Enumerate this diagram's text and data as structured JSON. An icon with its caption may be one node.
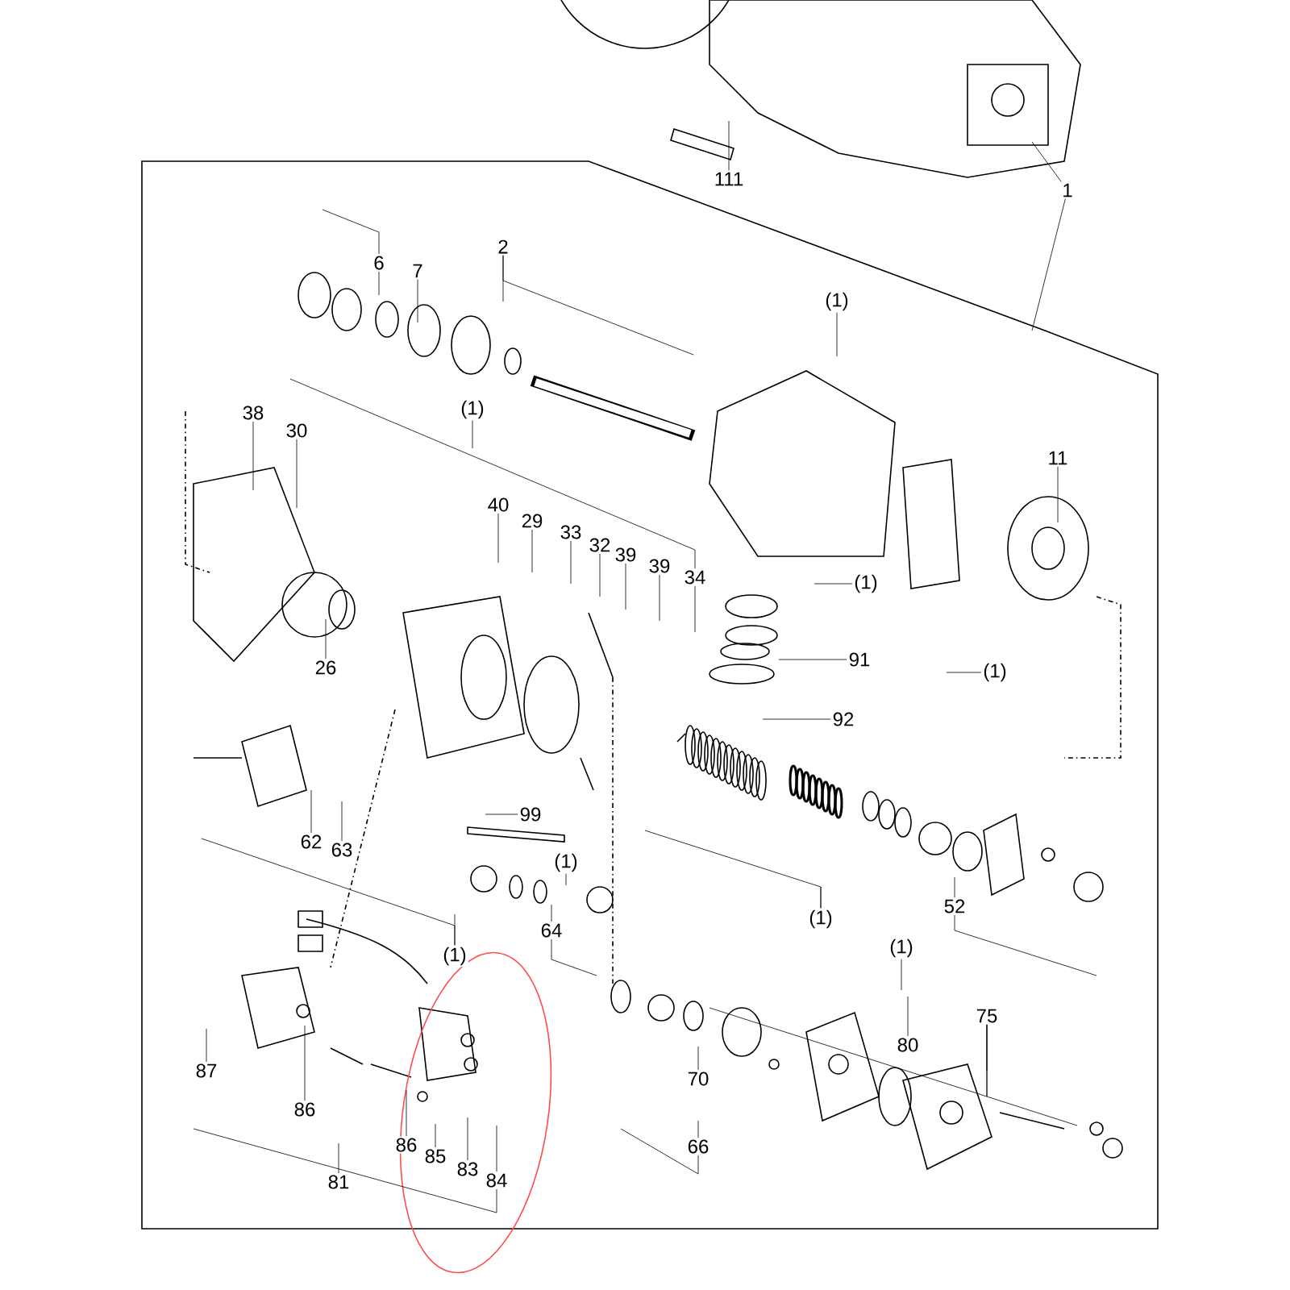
{
  "diagram": {
    "nodes": [
      {
        "text": [
          "111"
        ]
      },
      {
        "text": [
          "1"
        ]
      },
      {
        "text": [
          "2"
        ]
      },
      {
        "text": [
          "6"
        ]
      },
      {
        "text": [
          "7"
        ]
      },
      {
        "text": [
          "(1)"
        ]
      },
      {
        "text": [
          "38"
        ]
      },
      {
        "text": [
          "30"
        ]
      },
      {
        "text": [
          "(1)"
        ]
      },
      {
        "text": [
          "11"
        ]
      },
      {
        "text": [
          "40"
        ]
      },
      {
        "text": [
          "29"
        ]
      },
      {
        "text": [
          "33"
        ]
      },
      {
        "text": [
          "32"
        ]
      },
      {
        "text": [
          "39"
        ]
      },
      {
        "text": [
          "39"
        ]
      },
      {
        "text": [
          "34"
        ]
      },
      {
        "text": [
          "(1)"
        ]
      },
      {
        "text": [
          "91"
        ]
      },
      {
        "text": [
          "(1)"
        ]
      },
      {
        "text": [
          "26"
        ]
      },
      {
        "text": [
          "92"
        ]
      },
      {
        "text": [
          "99"
        ]
      },
      {
        "text": [
          "62"
        ]
      },
      {
        "text": [
          "63"
        ]
      },
      {
        "text": [
          "(1)"
        ]
      },
      {
        "text": [
          "(1)"
        ]
      },
      {
        "text": [
          "52"
        ]
      },
      {
        "text": [
          "64"
        ]
      },
      {
        "text": [
          "(1)"
        ]
      },
      {
        "text": [
          "(1)"
        ]
      },
      {
        "text": [
          "75"
        ]
      },
      {
        "text": [
          "80"
        ]
      },
      {
        "text": [
          "87"
        ]
      },
      {
        "text": [
          "70"
        ]
      },
      {
        "text": [
          "86"
        ]
      },
      {
        "text": [
          "86"
        ]
      },
      {
        "text": [
          "66"
        ]
      },
      {
        "text": [
          "85"
        ]
      },
      {
        "text": [
          "83"
        ]
      },
      {
        "text": [
          "81"
        ]
      },
      {
        "text": [
          "84"
        ]
      }
    ],
    "edges": [
      {
        "from": 0,
        "to": null,
        "arrow": "none"
      },
      {
        "from": 1,
        "to": null,
        "arrow": "none"
      },
      {
        "from": 2,
        "to": null,
        "arrow": "none"
      },
      {
        "from": 3,
        "to": null,
        "arrow": "none"
      },
      {
        "from": 4,
        "to": null,
        "arrow": "none"
      },
      {
        "from": 5,
        "to": null,
        "arrow": "none"
      },
      {
        "from": 6,
        "to": null,
        "arrow": "none"
      },
      {
        "from": 7,
        "to": null,
        "arrow": "none"
      },
      {
        "from": 8,
        "to": null,
        "arrow": "none"
      },
      {
        "from": 9,
        "to": null,
        "arrow": "none"
      },
      {
        "from": 10,
        "to": null,
        "arrow": "none"
      },
      {
        "from": 11,
        "to": null,
        "arrow": "none"
      },
      {
        "from": 12,
        "to": null,
        "arrow": "none"
      },
      {
        "from": 13,
        "to": null,
        "arrow": "none"
      },
      {
        "from": 14,
        "to": null,
        "arrow": "none"
      },
      {
        "from": 15,
        "to": null,
        "arrow": "none"
      },
      {
        "from": 16,
        "to": null,
        "arrow": "none"
      },
      {
        "from": 17,
        "to": null,
        "arrow": "none"
      },
      {
        "from": 18,
        "to": null,
        "arrow": "none"
      },
      {
        "from": 19,
        "to": null,
        "arrow": "none"
      },
      {
        "from": 20,
        "to": null,
        "arrow": "none"
      },
      {
        "from": 21,
        "to": null,
        "arrow": "none"
      },
      {
        "from": 22,
        "to": null,
        "arrow": "none"
      },
      {
        "from": 23,
        "to": null,
        "arrow": "none"
      },
      {
        "from": 24,
        "to": null,
        "arrow": "none"
      },
      {
        "from": 25,
        "to": null,
        "arrow": "none"
      },
      {
        "from": 26,
        "to": null,
        "arrow": "none"
      },
      {
        "from": 27,
        "to": null,
        "arrow": "none"
      },
      {
        "from": 28,
        "to": null,
        "arrow": "none"
      },
      {
        "from": 29,
        "to": null,
        "arrow": "none"
      },
      {
        "from": 30,
        "to": null,
        "arrow": "none"
      },
      {
        "from": 31,
        "to": null,
        "arrow": "none"
      },
      {
        "from": 32,
        "to": null,
        "arrow": "none"
      },
      {
        "from": 33,
        "to": null,
        "arrow": "none"
      },
      {
        "from": 34,
        "to": null,
        "arrow": "none"
      },
      {
        "from": 35,
        "to": null,
        "arrow": "none"
      },
      {
        "from": 36,
        "to": null,
        "arrow": "none"
      },
      {
        "from": 37,
        "to": null,
        "arrow": "none"
      },
      {
        "from": 38,
        "to": null,
        "arrow": "none"
      },
      {
        "from": 39,
        "to": null,
        "arrow": "none"
      },
      {
        "from": 40,
        "to": null,
        "arrow": "none"
      },
      {
        "from": 41,
        "to": null,
        "arrow": "none"
      },
      {
        "from": 1,
        "to": null,
        "arrow": "none"
      },
      {
        "from": 16,
        "to": null,
        "arrow": "none"
      },
      {
        "from": 41,
        "to": null,
        "arrow": "none"
      },
      {
        "from": 37,
        "to": null,
        "arrow": "none"
      },
      {
        "from": 2,
        "to": null,
        "arrow": "none"
      },
      {
        "from": 3,
        "to": null,
        "arrow": "none"
      },
      {
        "from": 29,
        "to": null,
        "arrow": "none"
      },
      {
        "from": 28,
        "to": null,
        "arrow": "none"
      },
      {
        "from": 26,
        "to": null,
        "arrow": "none"
      },
      {
        "from": 27,
        "to": null,
        "arrow": "none"
      },
      {
        "from": 31,
        "to": null,
        "arrow": "none"
      },
      {
        "from": 31,
        "to": null,
        "arrow": "none"
      }
    ]
  }
}
